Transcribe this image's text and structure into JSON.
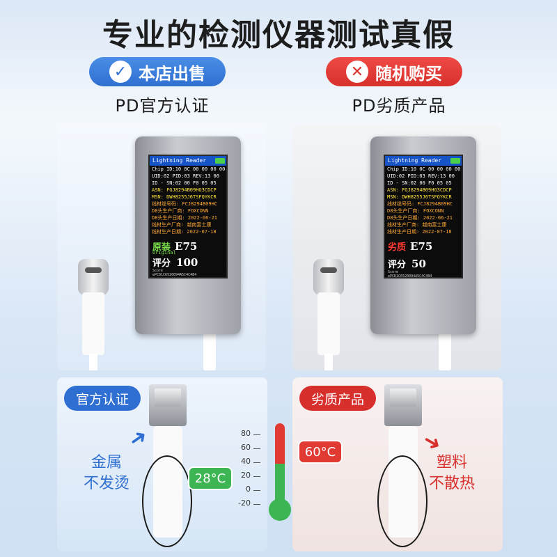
{
  "title": "专业的检测仪器测试真假",
  "badges": {
    "left": {
      "icon": "check-icon",
      "glyph": "✓",
      "label": "本店出售",
      "color": "#2f6fd1"
    },
    "right": {
      "icon": "cross-icon",
      "glyph": "✕",
      "label": "随机购买",
      "color": "#d7302c"
    }
  },
  "subtitles": {
    "left": "PD官方认证",
    "right": "PD劣质产品"
  },
  "devices": {
    "left": {
      "header": "Lightning Reader",
      "lines": [
        "Chip ID:10 0C 00 00 00 00",
        "UID:02 PID:03 REV:13 00",
        "ID - SN:02 00 F0 05 05",
        "ASN: FGJ8294B09HG3CDCP",
        "MSN: DWH8255J6TSFQYKCR",
        "线材缆号码: FCJ8294B09HC",
        "D8头生产厂商: FOXCONN",
        "D8头生产日期: 2022-06-21",
        "线材生产厂商: 越南富士康",
        "线材生产日期: 2022-07-18"
      ],
      "grade_cn": "原装",
      "grade_en": "Original",
      "model": "E75",
      "score_label_cn": "评分",
      "score_label_en": "Score",
      "score": "100",
      "footer": "ePCD1C6520094A5C4C4B4"
    },
    "right": {
      "header": "Lightning Reader",
      "lines": [
        "Chip ID:10 0C 00 00 00 00",
        "UID:02 PID:03 REV:13 00",
        "ID - SN:02 00 F0 05 05",
        "ASN: FGJ8294B09HG3CDCP",
        "MSN: DWH8255J6TSFQYKCR",
        "线材缆号码: FCJ8294B09HC",
        "D8头生产厂商: FOXCONN",
        "D8头生产日期: 2022-06-21",
        "线材生产厂商: 越南富士康",
        "线材生产日期: 2022-07-18"
      ],
      "grade_cn": "劣质",
      "model": "E75",
      "score_label_cn": "评分",
      "score_label_en": "Score",
      "score": "50",
      "footer": "ePCD1C6520094A5C4C4B4"
    }
  },
  "lower": {
    "left": {
      "tag": "官方认证",
      "callout_line1": "金属",
      "callout_line2": "不发烫"
    },
    "right": {
      "tag": "劣质产品",
      "callout_line1": "塑料",
      "callout_line2": "不散热"
    }
  },
  "thermometer": {
    "ticks": [
      "80",
      "60",
      "40",
      "20",
      "0",
      "-20"
    ],
    "good_temp": "28°C",
    "bad_temp": "60°C",
    "colors": {
      "hot": "#e03a32",
      "ok": "#3db552"
    }
  }
}
